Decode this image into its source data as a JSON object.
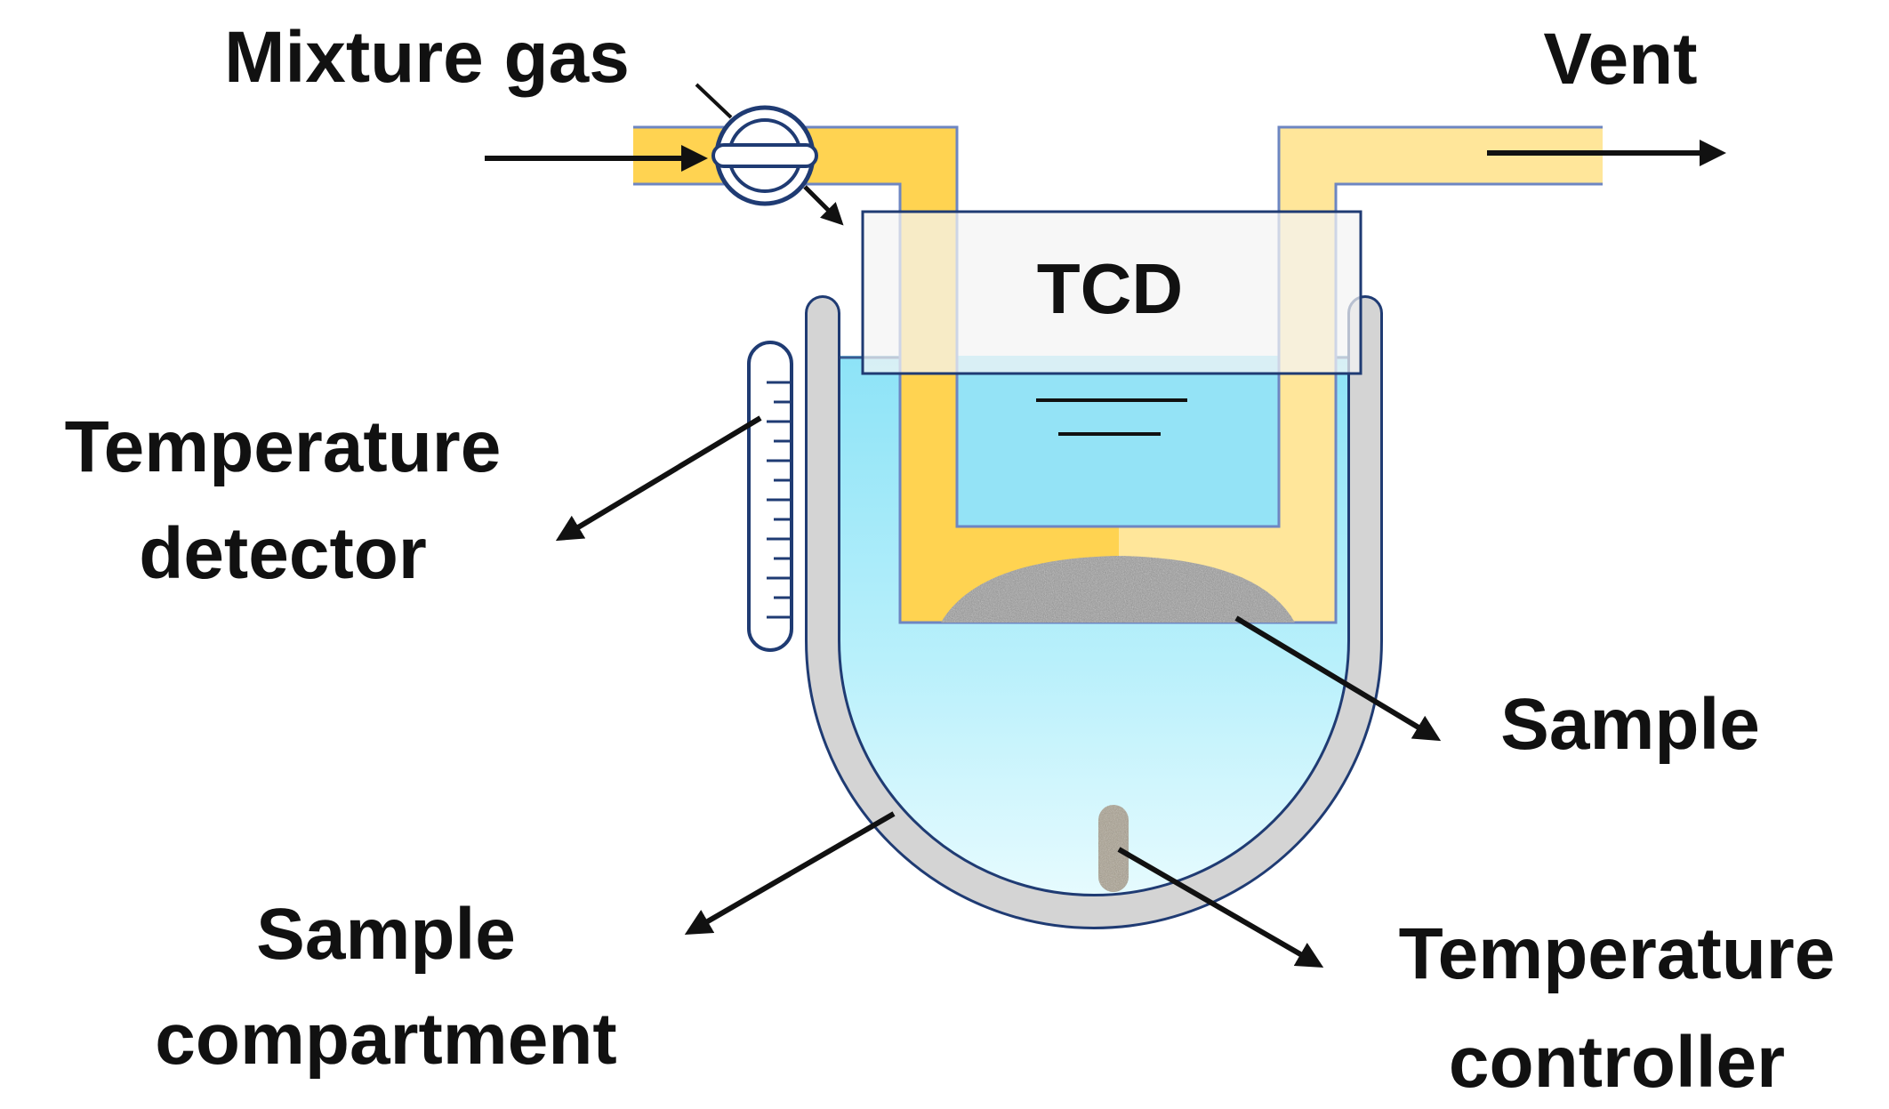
{
  "labels": {
    "mixture_gas": "Mixture gas",
    "vent": "Vent",
    "tcd": "TCD",
    "temperature_detector_line1": "Temperature",
    "temperature_detector_line2": "detector",
    "sample": "Sample",
    "sample_compartment_line1": "Sample",
    "sample_compartment_line2": "compartment",
    "temperature_controller_line1": "Temperature",
    "temperature_controller_line2": "controller"
  },
  "colors": {
    "tube_dark": "#FFD351",
    "tube_light": "#FFE69A",
    "tube_edge": "#8FA7D8",
    "liquid_top": "#8DE3F7",
    "liquid_bottom": "#E6FBFF",
    "vessel_wall": "#D4D4D4",
    "vessel_edge": "#1F3B73",
    "arrow": "#111111",
    "tcd_box": "#F7F7F7",
    "sample_grain": "#8A8A8A",
    "controller": "#A8A090"
  }
}
